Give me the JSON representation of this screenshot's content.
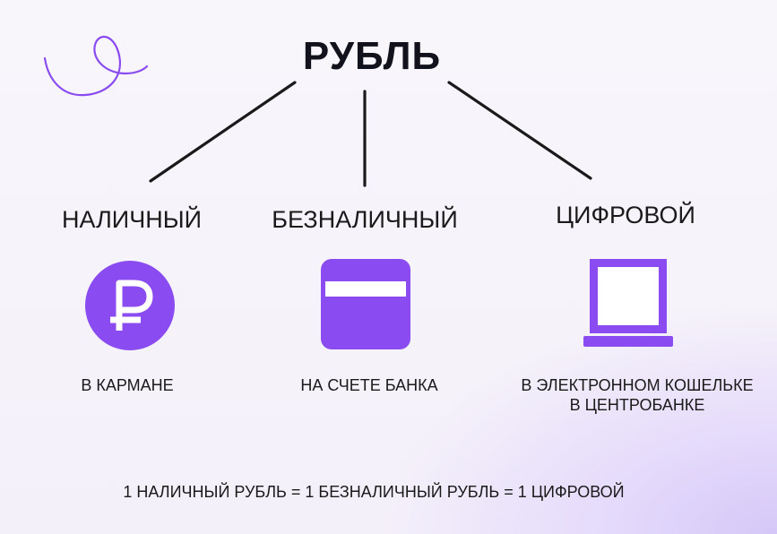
{
  "title": "РУБЛЬ",
  "accent_color": "#8a4bf0",
  "line_color": "#1a1a1a",
  "branches": [
    {
      "label": "НАЛИЧНЫЙ",
      "icon": "ruble-coin-icon",
      "description_lines": [
        "В КАРМАНЕ"
      ]
    },
    {
      "label": "БЕЗНАЛИЧНЫЙ",
      "icon": "bank-card-icon",
      "description_lines": [
        "НА СЧЕТЕ БАНКА"
      ]
    },
    {
      "label": "ЦИФРОВОЙ",
      "icon": "laptop-icon",
      "description_lines": [
        "В ЭЛЕКТРОННОМ КОШЕЛЬКЕ",
        "В ЦЕНТРОБАНКЕ"
      ]
    }
  ],
  "footer": "1 НАЛИЧНЫЙ РУБЛЬ = 1 БЕЗНАЛИЧНЫЙ РУБЛЬ = 1 ЦИФРОВОЙ"
}
